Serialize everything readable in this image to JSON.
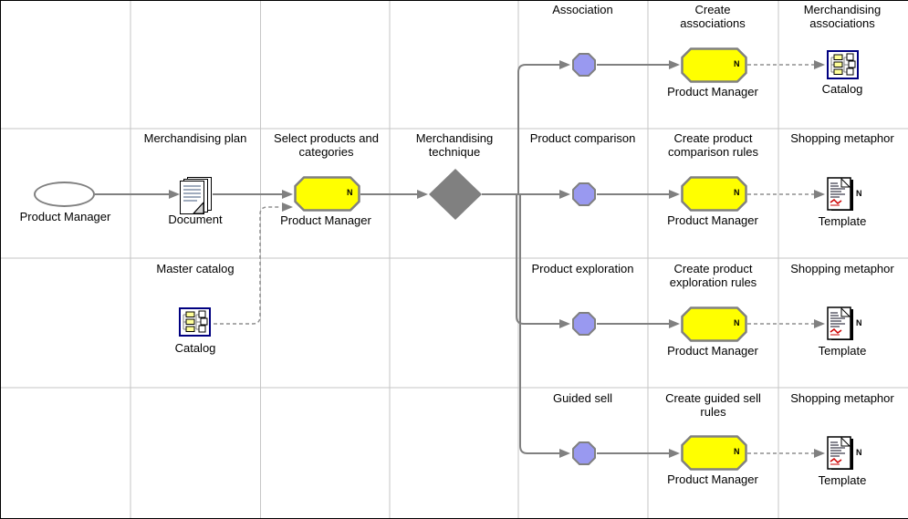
{
  "process": {
    "start": {
      "label": "Product Manager"
    },
    "plan": {
      "title": "Merchandising plan",
      "label": "Document"
    },
    "select": {
      "title": "Select products and categories",
      "role": "Product Manager",
      "badge": "N"
    },
    "catalog_input": {
      "title": "Master catalog",
      "label": "Catalog"
    },
    "decision": {
      "title": "Merchandising technique"
    },
    "branches": [
      {
        "signal": "Association",
        "task": {
          "title": "Create associations",
          "role": "Product Manager",
          "badge": "N"
        },
        "output": {
          "title": "Merchandising associations",
          "label": "Catalog"
        }
      },
      {
        "signal": "Product comparison",
        "task": {
          "title": "Create product comparison rules",
          "role": "Product Manager",
          "badge": "N"
        },
        "output": {
          "title": "Shopping metaphor",
          "label": "Template",
          "badge": "N"
        }
      },
      {
        "signal": "Product exploration",
        "task": {
          "title": "Create product exploration rules",
          "role": "Product Manager",
          "badge": "N"
        },
        "output": {
          "title": "Shopping metaphor",
          "label": "Template",
          "badge": "N"
        }
      },
      {
        "signal": "Guided sell",
        "task": {
          "title": "Create guided sell rules",
          "role": "Product Manager",
          "badge": "N"
        },
        "output": {
          "title": "Shopping metaphor",
          "label": "Template",
          "badge": "N"
        }
      }
    ]
  },
  "colors": {
    "task_fill": "#ffff00",
    "signal_fill": "#9999f0",
    "decision_fill": "#808080",
    "connector": "#808080",
    "grid": "#c6c6c6"
  }
}
